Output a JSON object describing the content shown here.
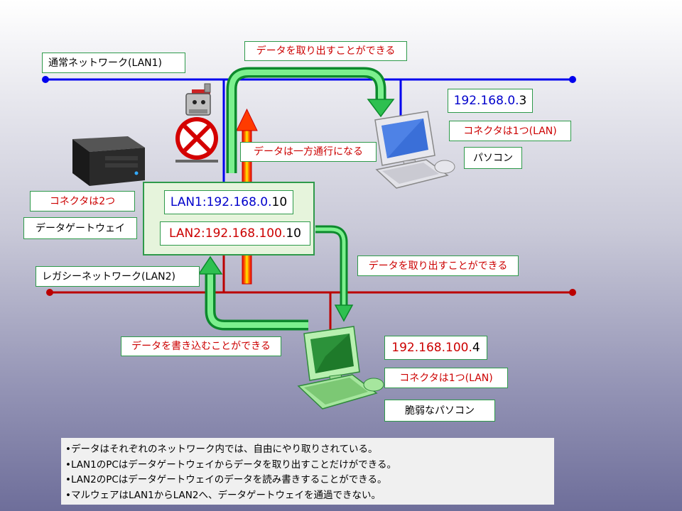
{
  "networks": {
    "lan1": {
      "label": "通常ネットワーク(LAN1)",
      "color": "#0000ee"
    },
    "lan2": {
      "label": "レガシーネットワーク(LAN2)",
      "color": "#bb0000"
    }
  },
  "gateway": {
    "connector": "コネクタは2つ",
    "name": "データゲートウェイ",
    "lan1_prefix": "LAN1:",
    "lan1_net": "192.168.0.",
    "lan1_host": "10",
    "lan2_prefix": "LAN2:",
    "lan2_net": "192.168.100.",
    "lan2_host": "10"
  },
  "pc1": {
    "ip_net": "192.168.0.",
    "ip_host": "3",
    "connector": "コネクタは1つ(LAN)",
    "name": "パソコン"
  },
  "pc2": {
    "ip_net": "192.168.100.",
    "ip_host": "4",
    "connector": "コネクタは1つ(LAN)",
    "name": "脆弱なパソコン"
  },
  "annotations": {
    "read_lan1": "データを取り出すことができる",
    "one_way": "データは一方通行になる",
    "read_lan2": "データを取り出すことができる",
    "write_lan2": "データを書き込むことができる"
  },
  "notes": [
    "•データはそれぞれのネットワーク内では、自由にやり取りされている。",
    "•LAN1のPCはデータゲートウェイからデータを取り出すことだけができる。",
    "•LAN2のPCはデータゲートウェイのデータを読み書きすることができる。",
    "•マルウェアはLAN1からLAN2へ、データゲートウェイを通過できない。"
  ],
  "icons": [
    "no-entry-icon",
    "gatekeeper-icon",
    "server-icon",
    "computer-icon"
  ]
}
